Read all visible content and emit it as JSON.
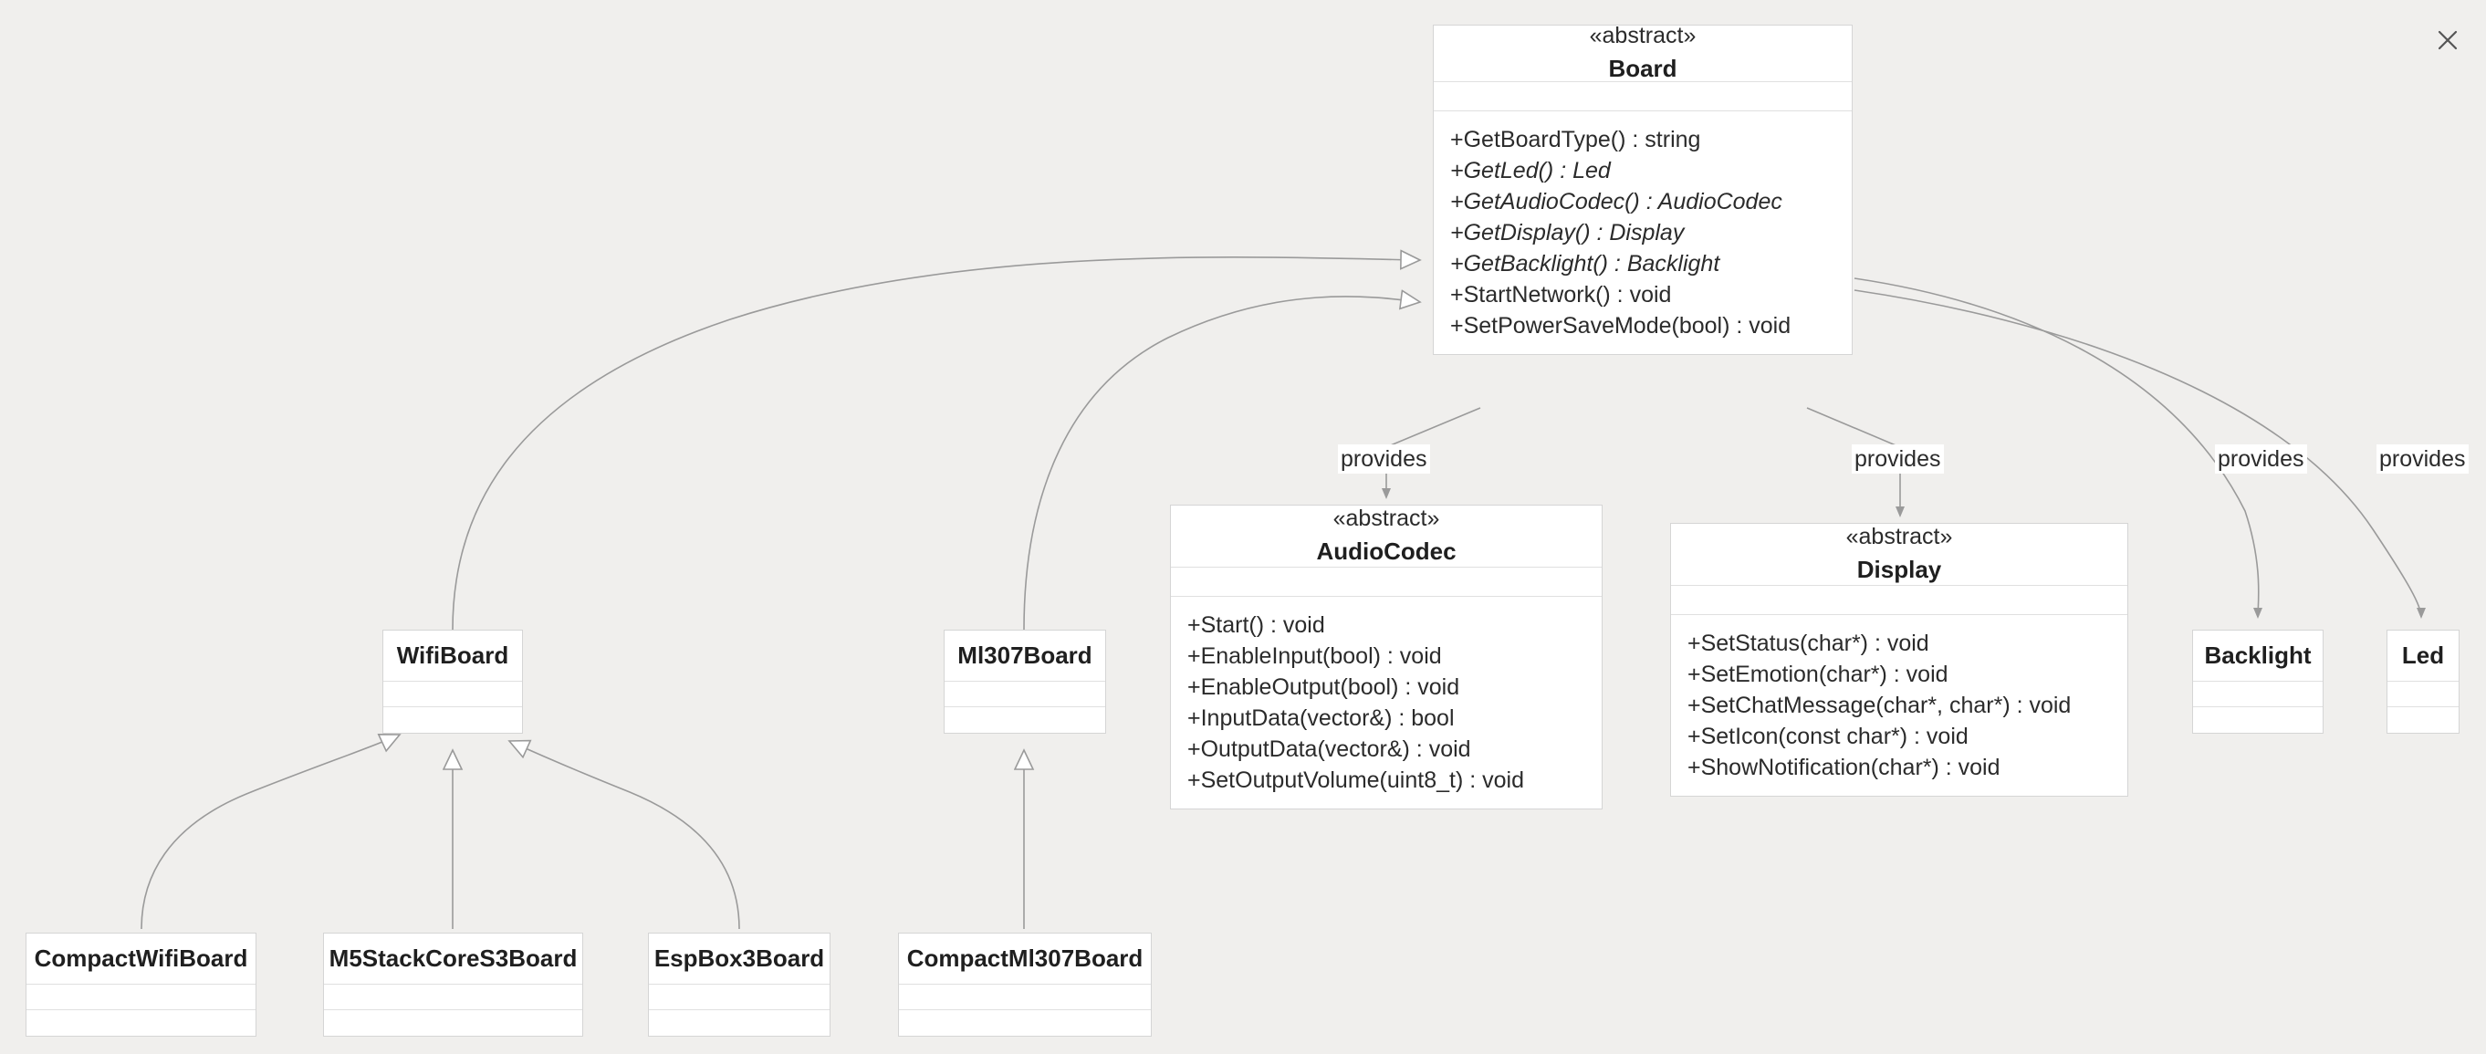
{
  "diagram": {
    "type": "uml-class-diagram",
    "background": "#f0efed",
    "line_color": "#9a9a9a",
    "node_fill": "#ffffff",
    "node_border": "#d5d5d5",
    "text_color": "#2b2b2b"
  },
  "window": {
    "close_label": "✕"
  },
  "stereotype_text": "«abstract»",
  "nodes": {
    "board": {
      "stereotype": "«abstract»",
      "name": "Board",
      "methods": [
        {
          "text": "+GetBoardType() : string",
          "abstract": false
        },
        {
          "text": "+GetLed() : Led",
          "abstract": true
        },
        {
          "text": "+GetAudioCodec() : AudioCodec",
          "abstract": true
        },
        {
          "text": "+GetDisplay() : Display",
          "abstract": true
        },
        {
          "text": "+GetBacklight() : Backlight",
          "abstract": true
        },
        {
          "text": "+StartNetwork() : void",
          "abstract": false
        },
        {
          "text": "+SetPowerSaveMode(bool) : void",
          "abstract": false
        }
      ]
    },
    "audiocodec": {
      "stereotype": "«abstract»",
      "name": "AudioCodec",
      "methods": [
        {
          "text": "+Start() : void",
          "abstract": false
        },
        {
          "text": "+EnableInput(bool) : void",
          "abstract": false
        },
        {
          "text": "+EnableOutput(bool) : void",
          "abstract": false
        },
        {
          "text": "+InputData(vector&) : bool",
          "abstract": false
        },
        {
          "text": "+OutputData(vector&) : void",
          "abstract": false
        },
        {
          "text": "+SetOutputVolume(uint8_t) : void",
          "abstract": false
        }
      ]
    },
    "display": {
      "stereotype": "«abstract»",
      "name": "Display",
      "methods": [
        {
          "text": "+SetStatus(char*) : void",
          "abstract": false
        },
        {
          "text": "+SetEmotion(char*) : void",
          "abstract": false
        },
        {
          "text": "+SetChatMessage(char*, char*) : void",
          "abstract": false
        },
        {
          "text": "+SetIcon(const char*) : void",
          "abstract": false
        },
        {
          "text": "+ShowNotification(char*) : void",
          "abstract": false
        }
      ]
    },
    "backlight": {
      "stereotype": "",
      "name": "Backlight",
      "methods": []
    },
    "led": {
      "stereotype": "",
      "name": "Led",
      "methods": []
    },
    "wifiboard": {
      "stereotype": "",
      "name": "WifiBoard",
      "methods": []
    },
    "ml307board": {
      "stereotype": "",
      "name": "Ml307Board",
      "methods": []
    },
    "compactwifiboard": {
      "stereotype": "",
      "name": "CompactWifiBoard",
      "methods": []
    },
    "m5stackcores3board": {
      "stereotype": "",
      "name": "M5StackCoreS3Board",
      "methods": []
    },
    "espbox3board": {
      "stereotype": "",
      "name": "EspBox3Board",
      "methods": []
    },
    "compactml307board": {
      "stereotype": "",
      "name": "CompactMl307Board",
      "methods": []
    }
  },
  "edges": [
    {
      "from": "wifiboard",
      "to": "board",
      "kind": "generalization",
      "label": ""
    },
    {
      "from": "ml307board",
      "to": "board",
      "kind": "generalization",
      "label": ""
    },
    {
      "from": "compactwifiboard",
      "to": "wifiboard",
      "kind": "generalization",
      "label": ""
    },
    {
      "from": "m5stackcores3board",
      "to": "wifiboard",
      "kind": "generalization",
      "label": ""
    },
    {
      "from": "espbox3board",
      "to": "wifiboard",
      "kind": "generalization",
      "label": ""
    },
    {
      "from": "compactml307board",
      "to": "ml307board",
      "kind": "generalization",
      "label": ""
    },
    {
      "from": "board",
      "to": "audiocodec",
      "kind": "dependency",
      "label": "provides"
    },
    {
      "from": "board",
      "to": "display",
      "kind": "dependency",
      "label": "provides"
    },
    {
      "from": "board",
      "to": "backlight",
      "kind": "dependency",
      "label": "provides"
    },
    {
      "from": "board",
      "to": "led",
      "kind": "dependency",
      "label": "provides"
    }
  ],
  "edge_labels": {
    "provides_audiocodec": "provides",
    "provides_display": "provides",
    "provides_backlight": "provides",
    "provides_led": "provides"
  }
}
